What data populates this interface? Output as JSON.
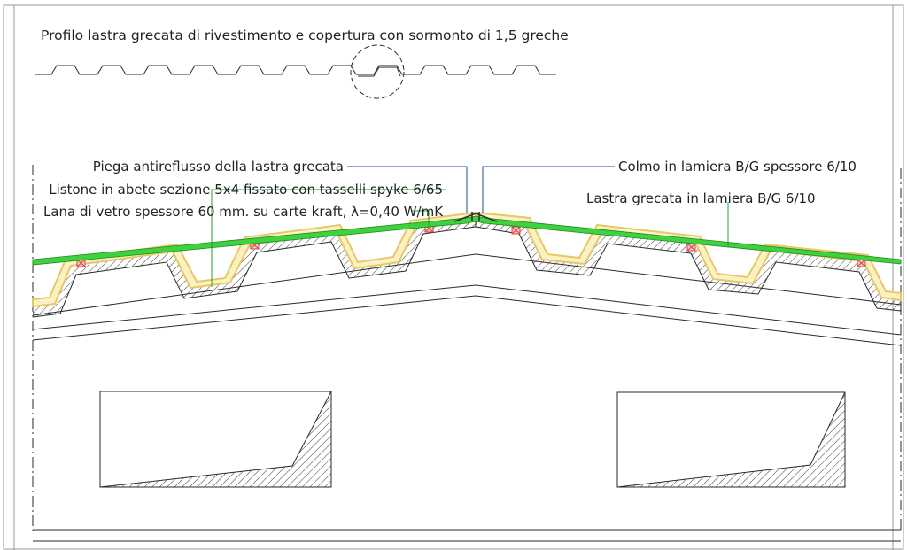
{
  "title": "Profilo lastra grecata di rivestimento e copertura con sormonto di 1,5 greche",
  "labels": {
    "piega": "Piega antireflusso della lastra grecata",
    "listone": "Listone in abete sezione 5x4 fissato con tasselli spyke 6/65",
    "lana": "Lana di vetro spessore 60 mm. su carte kraft, λ=0,40 W/mK",
    "colmo": "Colmo in lamiera B/G spessore 6/10",
    "lastra": "Lastra grecata in lamiera B/G 6/10"
  },
  "colors": {
    "sheet_green": "#3fd13f",
    "insulation_fill": "#fbf2c4",
    "insulation_edge": "#e8c766",
    "batten_red": "#d94040",
    "line": "#2a2a2a",
    "leader_blue": "#1b4f8a",
    "leader_green": "#22a022",
    "frame_gray": "#9a9a9a"
  }
}
